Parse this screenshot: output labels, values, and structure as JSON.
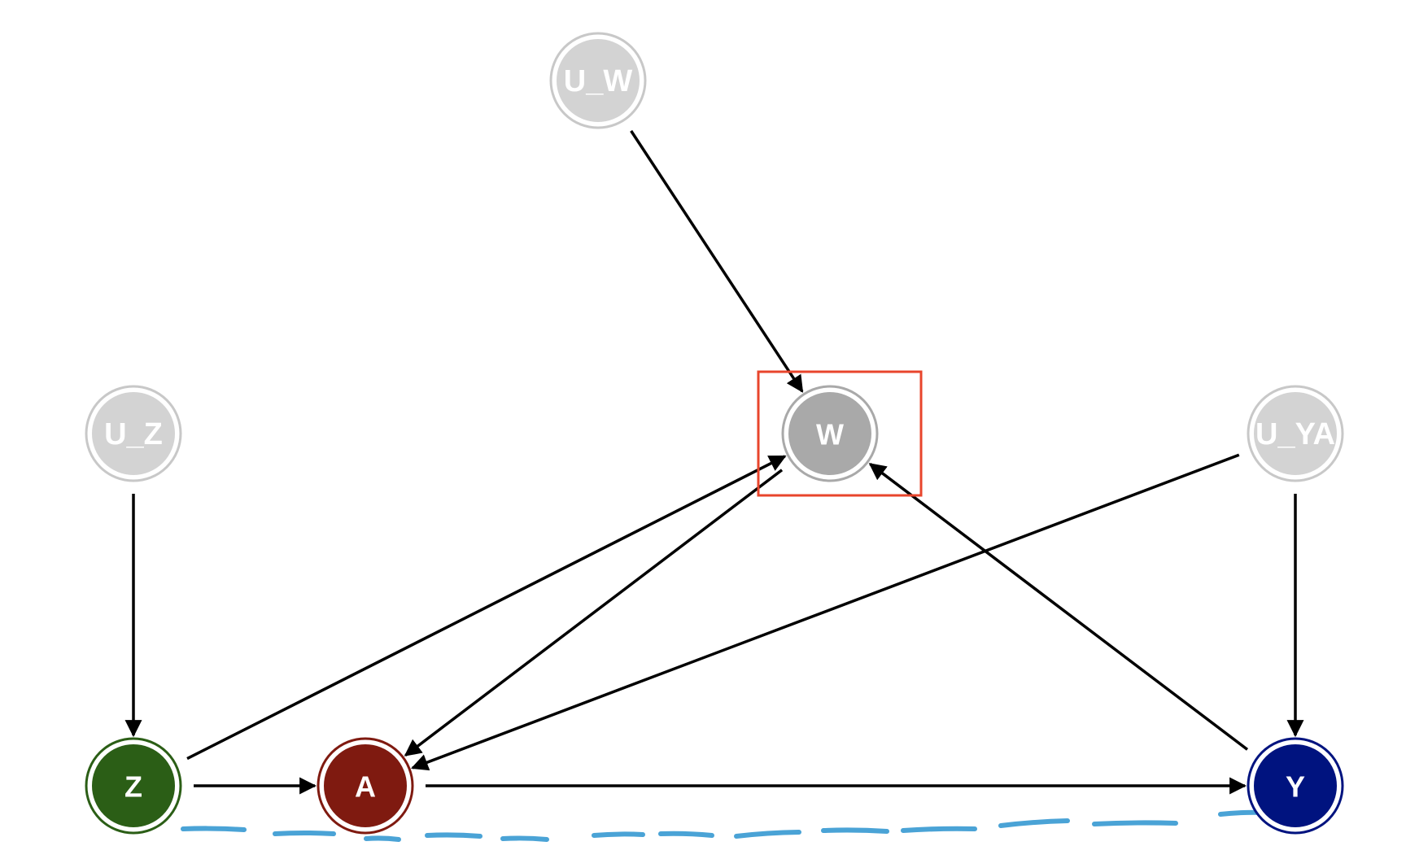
{
  "nodes": [
    {
      "id": "U_W",
      "label": "U_W",
      "color": "#d3d3d3",
      "latent": true
    },
    {
      "id": "U_Z",
      "label": "U_Z",
      "color": "#d3d3d3",
      "latent": true
    },
    {
      "id": "W",
      "label": "W",
      "color": "#a9a9a9",
      "latent": false
    },
    {
      "id": "U_YA",
      "label": "U_YA",
      "color": "#d3d3d3",
      "latent": true
    },
    {
      "id": "Z",
      "label": "Z",
      "color": "#2b5e16",
      "latent": false
    },
    {
      "id": "A",
      "label": "A",
      "color": "#7f1a10",
      "latent": false
    },
    {
      "id": "Y",
      "label": "Y",
      "color": "#00137f",
      "latent": false
    }
  ],
  "edges": [
    {
      "from": "U_W",
      "to": "W"
    },
    {
      "from": "U_Z",
      "to": "Z"
    },
    {
      "from": "U_YA",
      "to": "Y"
    },
    {
      "from": "U_YA",
      "to": "A"
    },
    {
      "from": "Z",
      "to": "W"
    },
    {
      "from": "Z",
      "to": "A"
    },
    {
      "from": "W",
      "to": "A"
    },
    {
      "from": "Y",
      "to": "W"
    },
    {
      "from": "A",
      "to": "Y"
    }
  ],
  "highlight": {
    "node": "W",
    "color": "#e8452c"
  },
  "dashed_annotation": {
    "from": "Z",
    "to": "Y",
    "color": "#4aa3d6"
  }
}
